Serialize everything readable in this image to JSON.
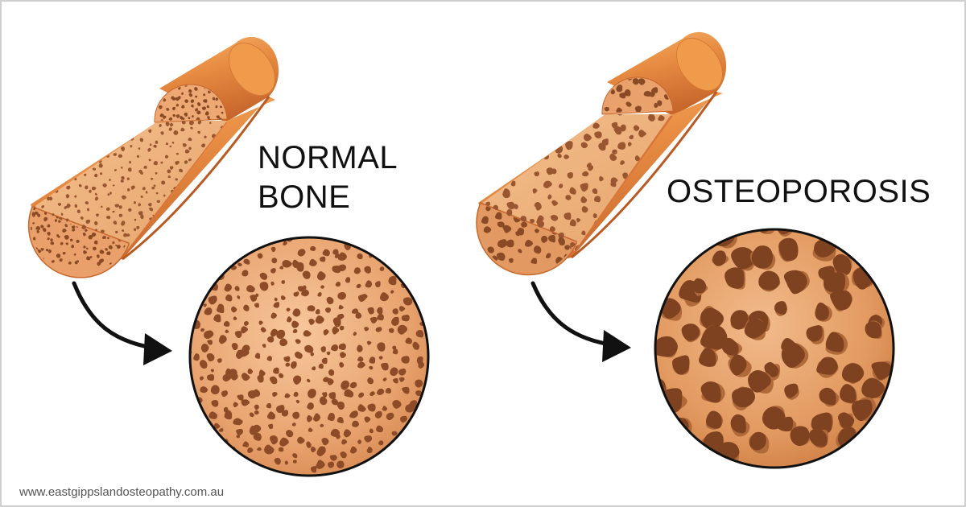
{
  "labels": {
    "normal_line1": "NORMAL",
    "normal_line2": "BONE",
    "osteoporosis": "OSTEOPOROSIS"
  },
  "watermark": "www.eastgippslandosteopathy.com.au",
  "panels": [
    {
      "id": "normal",
      "pore_density": "high",
      "pore_size": "small"
    },
    {
      "id": "osteoporosis",
      "pore_density": "low",
      "pore_size": "large"
    }
  ],
  "colors": {
    "bone_outer": "#e6873e",
    "bone_highlight": "#f4b264",
    "bone_cut": "#efb27e",
    "pore": "#8a4a26",
    "arrow": "#111111",
    "circle_border": "#111111",
    "frame_border": "#cfcfcf"
  }
}
